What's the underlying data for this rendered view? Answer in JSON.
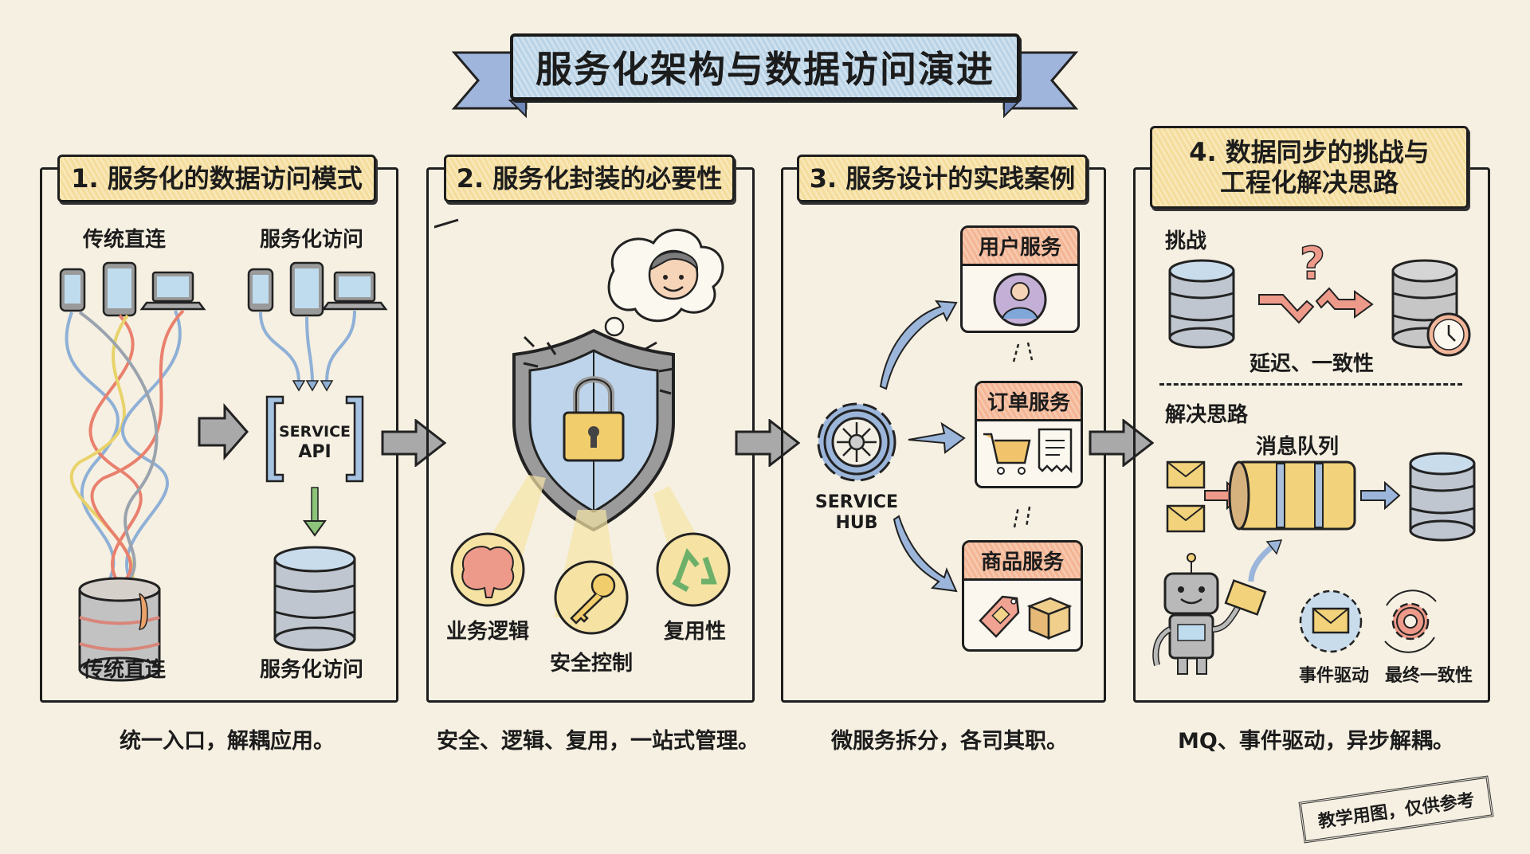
{
  "title": "服务化架构与数据访问演进",
  "colors": {
    "background": "#f6f0e2",
    "header_fill": "#f4dc9c",
    "banner_fill": "#c4daea",
    "service_header": "#f3b594",
    "accent_blue": "#8fb0d6",
    "accent_red": "#e9806e",
    "accent_green": "#8cc47a"
  },
  "panels": [
    {
      "heading": "1. 服务化的数据访问模式",
      "left_label_top": "传统直连",
      "right_label_top": "服务化访问",
      "api_label_line1": "SERVICE",
      "api_label_line2": "API",
      "left_label_bottom": "传统直连",
      "right_label_bottom": "服务化访问",
      "caption": "统一入口，解耦应用。",
      "icons": [
        "phone-icon",
        "tablet-icon",
        "laptop-icon",
        "tangled-wires-icon",
        "overloaded-database-icon",
        "database-icon"
      ]
    },
    {
      "heading": "2. 服务化封装的必要性",
      "features": [
        {
          "label": "业务逻辑",
          "icon": "brain-icon"
        },
        {
          "label": "安全控制",
          "icon": "key-icon"
        },
        {
          "label": "复用性",
          "icon": "recycle-icon"
        }
      ],
      "caption": "安全、逻辑、复用，一站式管理。",
      "icons": [
        "shield-lock-icon",
        "user-thought-bubble-icon"
      ]
    },
    {
      "heading": "3. 服务设计的实践案例",
      "hub_line1": "SERVICE",
      "hub_line2": "HUB",
      "services": [
        {
          "label": "用户服务",
          "icon": "user-avatar-icon"
        },
        {
          "label": "订单服务",
          "icon": "cart-receipt-icon"
        },
        {
          "label": "商品服务",
          "icon": "tag-box-icon"
        }
      ],
      "caption": "微服务拆分，各司其职。"
    },
    {
      "heading_line1": "4. 数据同步的挑战与",
      "heading_line2": "工程化解决思路",
      "challenge_label": "挑战",
      "challenge_caption": "延迟、一致性",
      "solution_label": "解决思路",
      "queue_label": "消息队列",
      "event_label": "事件驱动",
      "consistency_label": "最终一致性",
      "caption": "MQ、事件驱动，异步解耦。"
    }
  ],
  "stamp": "教学用图，仅供参考"
}
